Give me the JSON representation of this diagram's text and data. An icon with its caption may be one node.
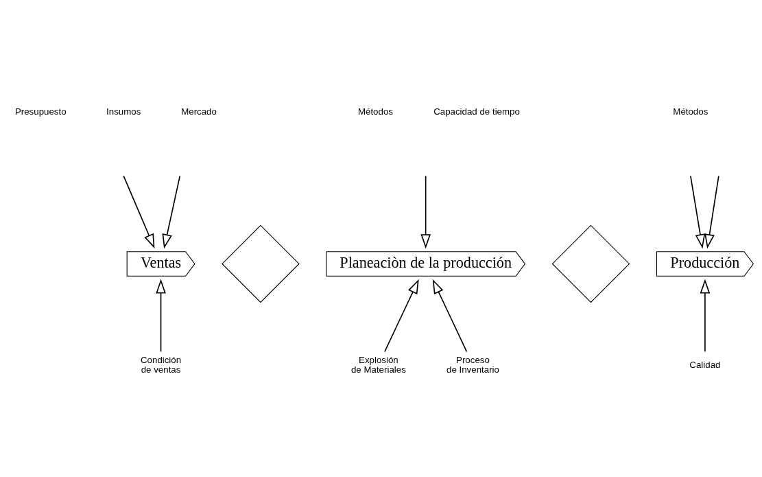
{
  "diagram": {
    "nodes": [
      {
        "text": [
          "Ventas"
        ]
      },
      {
        "text": [],
        "shape": "diamond"
      },
      {
        "text": [
          "Planeaciòn de la producción"
        ]
      },
      {
        "text": [],
        "shape": "diamond"
      },
      {
        "text": [
          "Producción"
        ]
      },
      {
        "text": [
          "Condición de ventas"
        ]
      },
      {
        "text": [
          "Explosión de Materiales"
        ]
      },
      {
        "text": [
          "Proceso de Inventario"
        ]
      },
      {
        "text": [
          "Calidad"
        ]
      }
    ],
    "edges": [
      {
        "from": null,
        "to": 0,
        "arrow": "to"
      },
      {
        "from": null,
        "to": 0,
        "arrow": "to"
      },
      {
        "from": null,
        "to": 2,
        "arrow": "to"
      },
      {
        "from": null,
        "to": 4,
        "arrow": "to"
      },
      {
        "from": null,
        "to": 4,
        "arrow": "to"
      },
      {
        "from": 5,
        "to": 0,
        "arrow": "to"
      },
      {
        "from": 6,
        "to": 2,
        "arrow": "to"
      },
      {
        "from": 7,
        "to": 2,
        "arrow": "to"
      },
      {
        "from": 8,
        "to": 4,
        "arrow": "to"
      }
    ],
    "labels": [
      "Presupuesto",
      "Métodos",
      "Insumos",
      "Métodos",
      "Mercado",
      "Capacidad de tiempo"
    ]
  }
}
